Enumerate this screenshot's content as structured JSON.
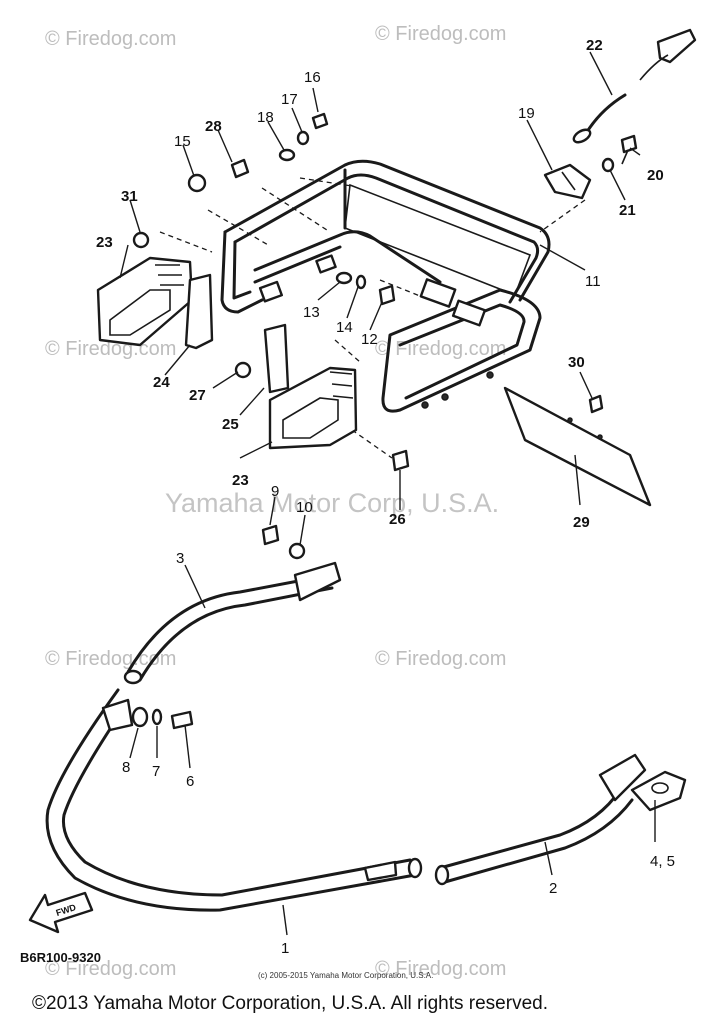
{
  "watermarks": {
    "site": "© Firedog.com",
    "brand": "Yamaha Motor Corp, U.S.A."
  },
  "callouts": [
    "1",
    "2",
    "3",
    "4, 5",
    "6",
    "7",
    "8",
    "9",
    "10",
    "11",
    "12",
    "13",
    "14",
    "15",
    "16",
    "17",
    "18",
    "19",
    "20",
    "21",
    "22",
    "23",
    "24",
    "25",
    "26",
    "27",
    "28",
    "29",
    "30",
    "31"
  ],
  "diagram_code": "B6R100-9320",
  "fwd_arrow_label": "FWD",
  "small_copyright": "(c) 2005-2015 Yamaha Motor Corporation, U.S.A.",
  "bottom_copyright": "©2013 Yamaha Motor Corporation, U.S.A. All rights reserved."
}
